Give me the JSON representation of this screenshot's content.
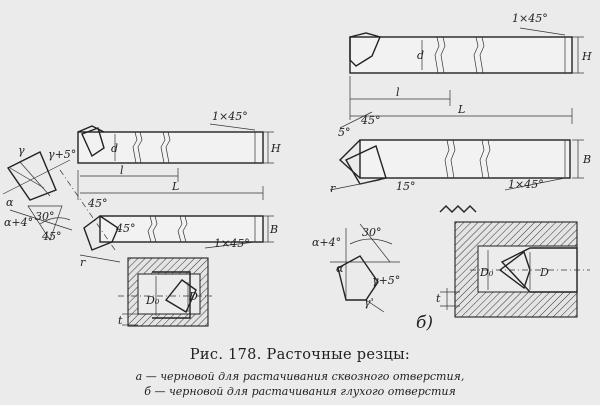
{
  "figure": {
    "title": "Рис. 178. Расточные резцы:",
    "lines": [
      "а — черновой для растачивания сквозного отверстия,",
      "б — черновой для растачивания глухого отверстия"
    ]
  },
  "labels": {
    "chamfer": "1×45°",
    "d": "d",
    "H": "H",
    "B": "B",
    "l": "l",
    "L": "L",
    "gamma_plus_5": "γ+5°",
    "gamma": "γ",
    "alpha": "α",
    "alpha_plus_4": "α+4°",
    "angle_30": "30°",
    "angle_45": "45°",
    "angle_15": "15°",
    "angle_5": "5°",
    "r": "r",
    "D": "D",
    "D0": "D₀",
    "gamma_prime": "γ'",
    "alpha_prime_4": "α+4°",
    "t": "t",
    "variant_b": "б)"
  }
}
